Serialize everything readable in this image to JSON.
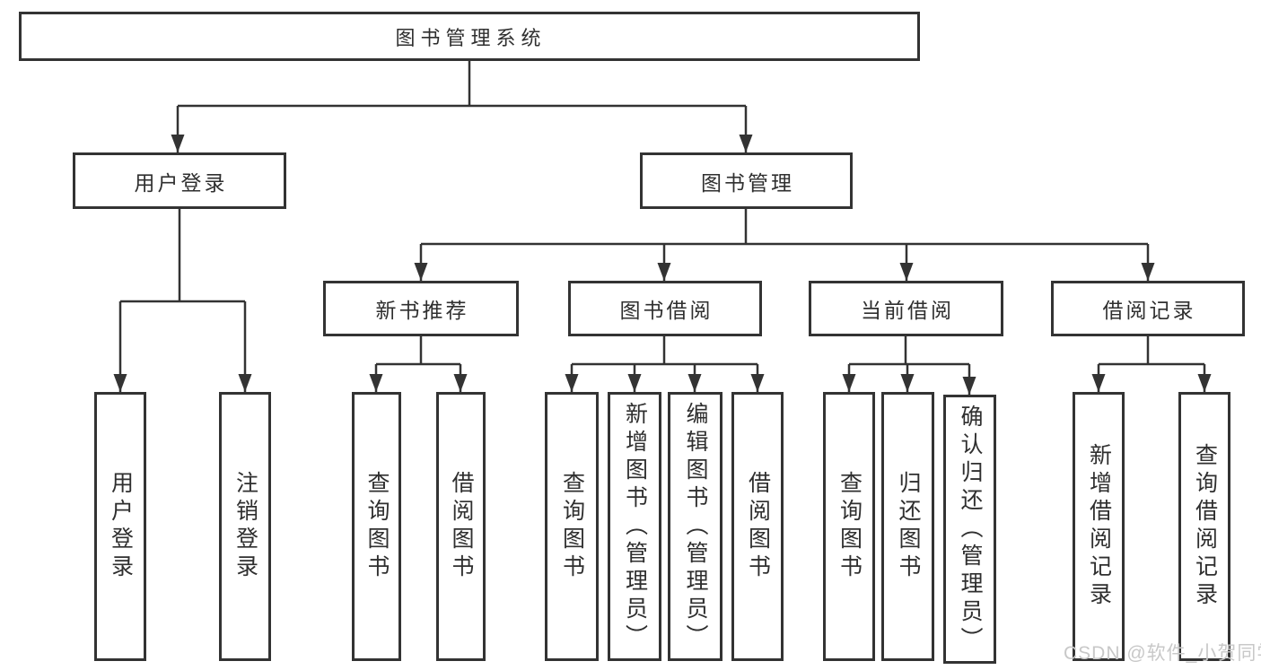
{
  "diagram_title": "图书管理系统",
  "tree": {
    "root": {
      "label": "图书管理系统"
    },
    "branches": [
      {
        "label": "用户登录",
        "children": [
          {
            "label": "用户登录"
          },
          {
            "label": "注销登录"
          }
        ]
      },
      {
        "label": "图书管理",
        "children": [
          {
            "label": "新书推荐",
            "children": [
              {
                "label": "查询图书"
              },
              {
                "label": "借阅图书"
              }
            ]
          },
          {
            "label": "图书借阅",
            "children": [
              {
                "label": "查询图书"
              },
              {
                "label": "新增图书（管理员）"
              },
              {
                "label": "编辑图书（管理员）"
              },
              {
                "label": "借阅图书"
              }
            ]
          },
          {
            "label": "当前借阅",
            "children": [
              {
                "label": "查询图书"
              },
              {
                "label": "归还图书"
              },
              {
                "label": "确认归还（管理员）"
              }
            ]
          },
          {
            "label": "借阅记录",
            "children": [
              {
                "label": "新增借阅记录"
              },
              {
                "label": "查询借阅记录"
              }
            ]
          }
        ]
      }
    ]
  },
  "watermark": {
    "text": "CSDN @软件_小贺同学"
  },
  "colors": {
    "line": "#333333",
    "border": "#333333",
    "text": "#2f2f2f",
    "watermark": "#c8c8c8",
    "background": "#ffffff"
  }
}
